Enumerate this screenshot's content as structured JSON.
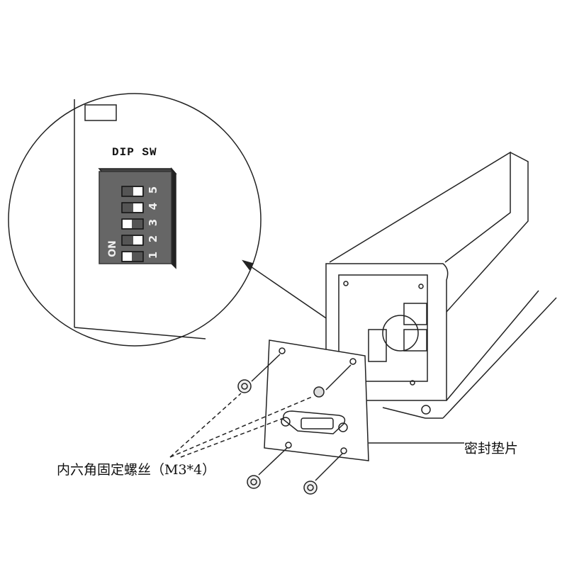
{
  "dip_switch": {
    "title": "DIP SW",
    "on_label": "ON",
    "switches": [
      {
        "number": "1",
        "on": true
      },
      {
        "number": "2",
        "on": false
      },
      {
        "number": "3",
        "on": true
      },
      {
        "number": "4",
        "on": false
      },
      {
        "number": "5",
        "on": false
      }
    ]
  },
  "labels": {
    "screws": "内六角固定螺丝（M3*4）",
    "gasket": "密封垫片"
  }
}
